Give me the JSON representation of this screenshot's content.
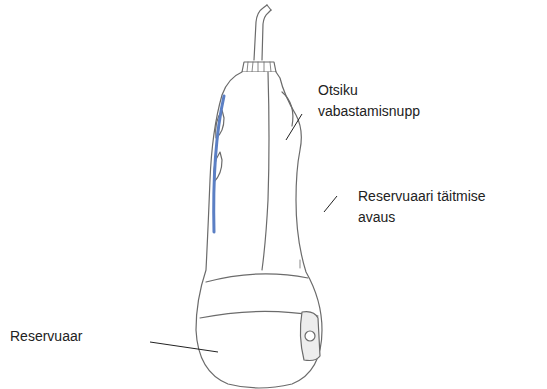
{
  "diagram": {
    "labels": [
      "Otsiku vabastamisnupp",
      "Reservuaari täitmise avaus",
      "Reservuaar"
    ]
  }
}
